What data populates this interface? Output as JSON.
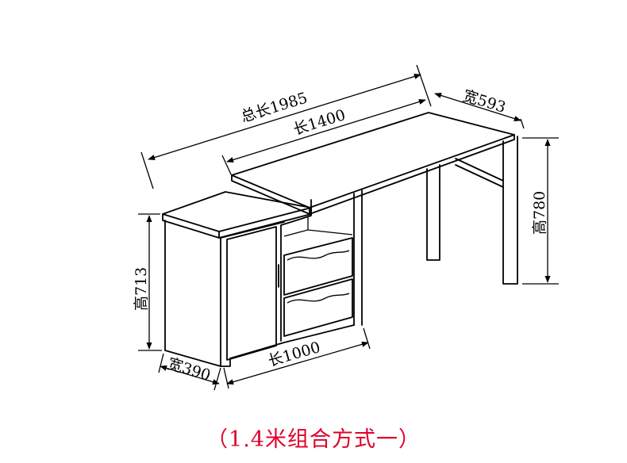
{
  "dimensions": {
    "total_length": "总长1985",
    "desk_length": "长1400",
    "desk_width": "宽593",
    "desk_height": "高780",
    "cabinet_height": "高713",
    "cabinet_width": "宽390",
    "cabinet_length": "长1000"
  },
  "caption": "（1.4米组合方式一）",
  "colors": {
    "line": "#000000",
    "caption": "#e0002a",
    "background": "#ffffff"
  }
}
